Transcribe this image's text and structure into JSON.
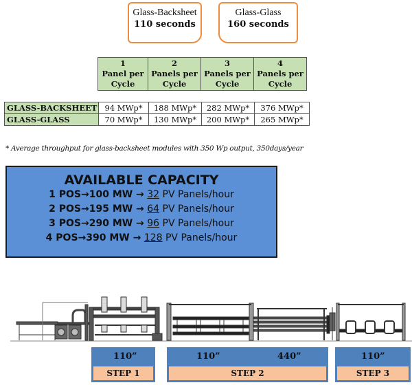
{
  "cycle_times": [
    {
      "label": "Glass-Backsheet",
      "value": "110 seconds"
    },
    {
      "label": "Glass-Glass",
      "value": "160 seconds"
    }
  ],
  "throughput_table": {
    "columns": [
      {
        "number": "1",
        "line1": "Panel per",
        "line2": "Cycle"
      },
      {
        "number": "2",
        "line1": "Panels per",
        "line2": "Cycle"
      },
      {
        "number": "3",
        "line1": "Panels per",
        "line2": "Cycle"
      },
      {
        "number": "4",
        "line1": "Panels per",
        "line2": "Cycle"
      }
    ],
    "rows": [
      {
        "label": "GLASS-BACKSHEET",
        "values": [
          "94 MWp*",
          "188 MWp*",
          "282 MWp*",
          "376 MWp*"
        ]
      },
      {
        "label": "GLASS-GLASS",
        "values": [
          "70 MWp*",
          "130 MWp*",
          "200 MWp*",
          "265 MWp*"
        ]
      }
    ]
  },
  "footnote": "* Average throughput for glass-backsheet modules with 350 Wp output, 350days/year",
  "capacity": {
    "title": "AVAILABLE CAPACITY",
    "lines": [
      {
        "pos": "1 POS→100 MW →",
        "panels": "32",
        "unit": "PV Panels/hour"
      },
      {
        "pos": "2 POS→195 MW →",
        "panels": "64",
        "unit": "PV Panels/hour"
      },
      {
        "pos": "3 POS→290 MW →",
        "panels": "96",
        "unit": "PV Panels/hour"
      },
      {
        "pos": "4 POS→390 MW →",
        "panels": "128",
        "unit": "PV Panels/hour"
      }
    ],
    "colors": {
      "background": "#5b8fd6"
    }
  },
  "steps": [
    {
      "name": "STEP 1",
      "times": [
        "110”"
      ]
    },
    {
      "name": "STEP 2",
      "times": [
        "110”",
        "440”"
      ]
    },
    {
      "name": "STEP 3",
      "times": [
        "110”"
      ]
    }
  ],
  "colors": {
    "orange_border": "#ed8b3e",
    "table_green": "#c6e0b4",
    "step_blue": "#4f81bd",
    "step_peach": "#f8c29a"
  }
}
